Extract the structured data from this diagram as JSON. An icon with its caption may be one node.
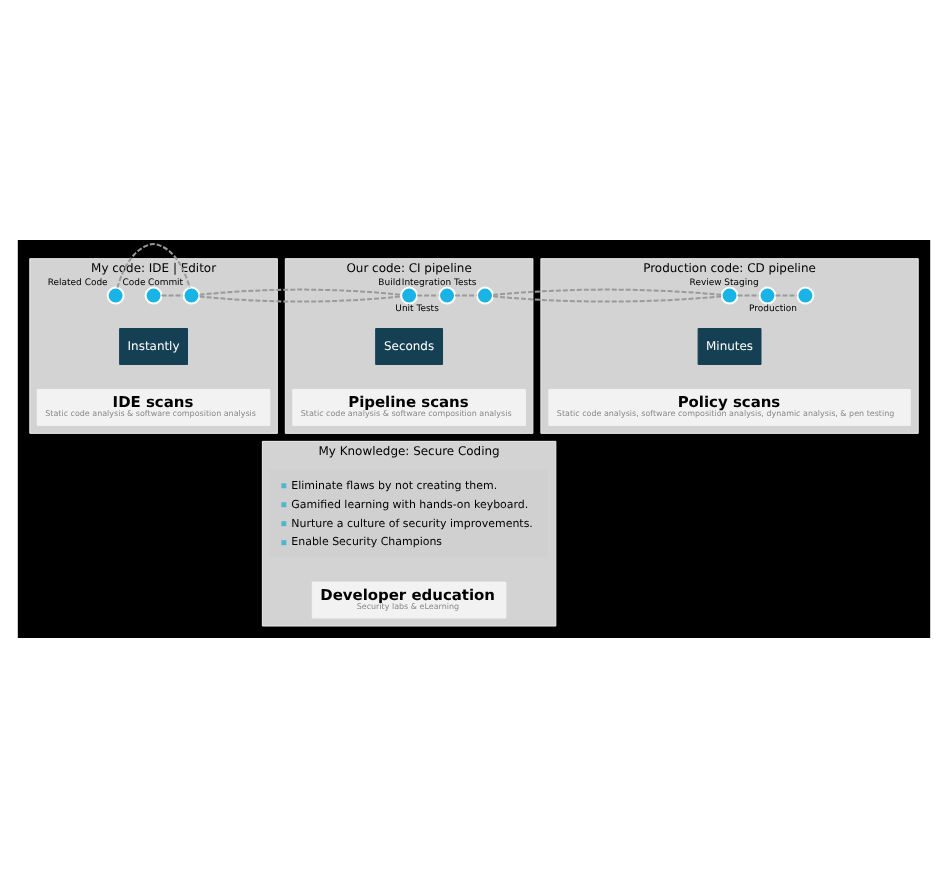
{
  "diagram": {
    "nodes": [
      {
        "text": [
          "My code: IDE | Editor"
        ]
      },
      {
        "text": [],
        "shape": "circle",
        "beside": [
          "Code"
        ],
        "in": 0
      },
      {
        "text": [],
        "shape": "circle",
        "beside": [
          "Related Code"
        ],
        "in": 0
      },
      {
        "text": [],
        "shape": "circle",
        "beside": [
          "Commit"
        ],
        "in": 0
      },
      {
        "text": [
          "Instantly"
        ],
        "in": 0
      },
      {
        "text": [
          "IDE scans",
          "Static code analysis & software composition analysis"
        ],
        "in": 0
      },
      {
        "text": [
          "Our code: CI pipeline"
        ]
      },
      {
        "text": [],
        "shape": "circle",
        "beside": [
          "Build"
        ],
        "in": 6
      },
      {
        "text": [],
        "shape": "circle",
        "beside": [
          "Unit Tests"
        ],
        "in": 6
      },
      {
        "text": [],
        "shape": "circle",
        "beside": [
          "Integration Tests"
        ],
        "in": 6
      },
      {
        "text": [
          "Seconds"
        ],
        "in": 6
      },
      {
        "text": [
          "Pipeline scans",
          "Static code analysis & software composition analysis"
        ],
        "in": 6
      },
      {
        "text": [
          "Production code: CD pipeline"
        ]
      },
      {
        "text": [],
        "shape": "circle",
        "beside": [
          "Review"
        ],
        "in": 12
      },
      {
        "text": [],
        "shape": "circle",
        "beside": [
          "Staging"
        ],
        "in": 12
      },
      {
        "text": [],
        "shape": "circle",
        "beside": [
          "Production"
        ],
        "in": 12
      },
      {
        "text": [
          "Minutes"
        ],
        "in": 12
      },
      {
        "text": [
          "Policy scans",
          "Static code analysis, software composition analysis, dynamic analysis, & pen testing"
        ],
        "in": 12
      },
      {
        "text": [
          "My Knowledge: Secure Coding"
        ]
      },
      {
        "text": [
          "Eliminate flaws by not creating them.",
          "Gamified learning with hands-on keyboard.",
          "Nurture a culture of security improvements.",
          "Enable Security Champions"
        ],
        "in": 18
      },
      {
        "text": [
          "Developer education",
          "Security labs & eLearning"
        ],
        "in": 18
      }
    ],
    "edges": [
      {
        "from": 1,
        "to": 3,
        "arrow": "none",
        "style": "dashed"
      },
      {
        "from": 2,
        "to": 3,
        "arrow": "none",
        "style": "dashed"
      },
      {
        "from": 3,
        "to": 7,
        "arrow": "none",
        "style": "dashed"
      },
      {
        "from": 7,
        "to": 8,
        "arrow": "none",
        "style": "dashed"
      },
      {
        "from": 8,
        "to": 9,
        "arrow": "none",
        "style": "dashed"
      },
      {
        "from": 9,
        "to": 13,
        "arrow": "none",
        "style": "dashed"
      },
      {
        "from": 13,
        "to": 14,
        "arrow": "none",
        "style": "dashed"
      },
      {
        "from": 14,
        "to": 15,
        "arrow": "none",
        "style": "dashed"
      }
    ]
  }
}
